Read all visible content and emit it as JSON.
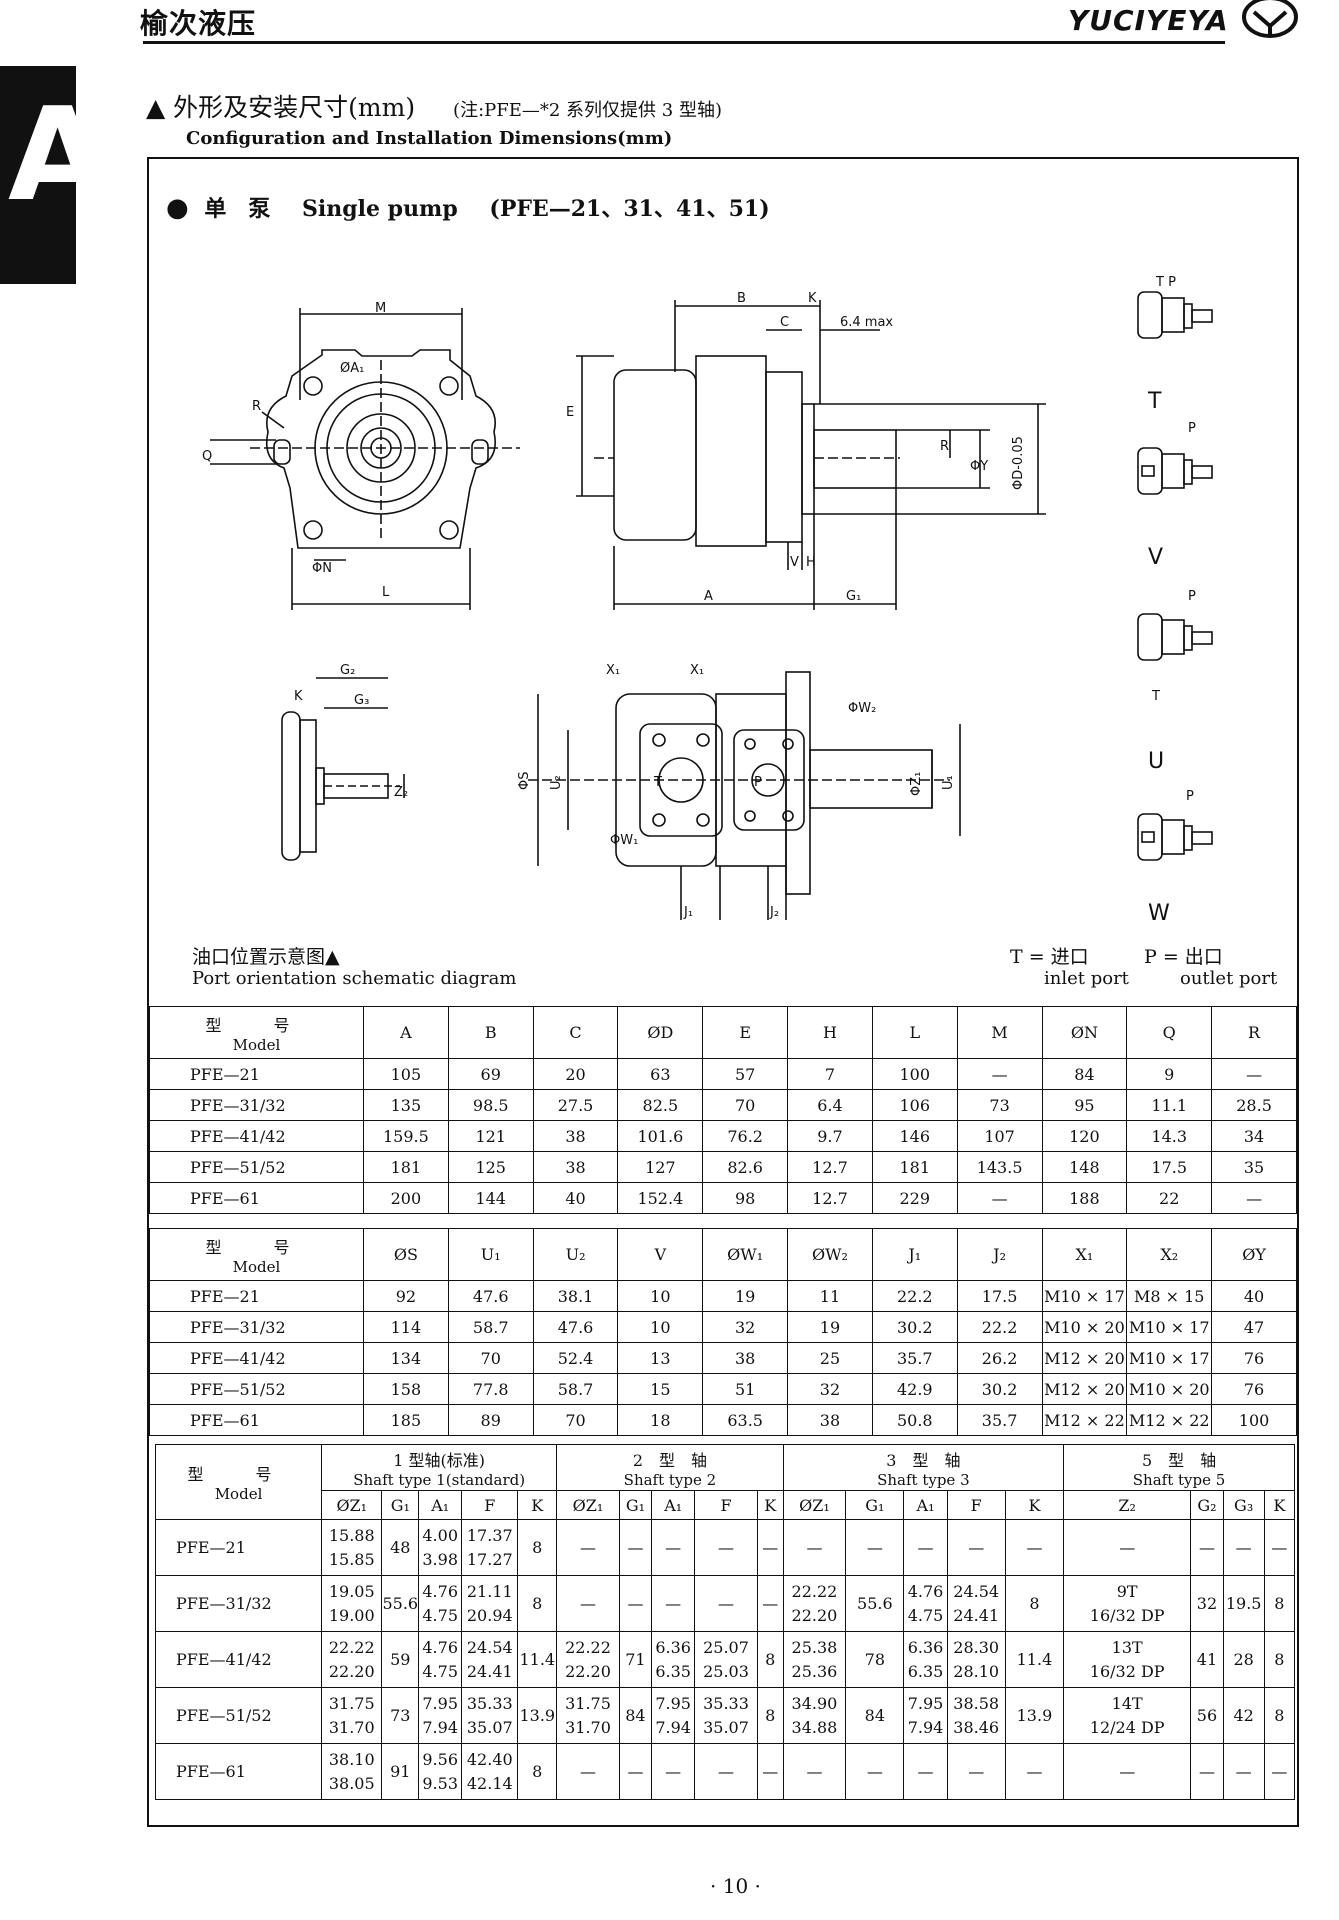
{
  "header": {
    "brand_cn": "榆次液压",
    "brand_en": "YUCIYEYA",
    "tab_letter": "A"
  },
  "section": {
    "title_cn": "▲ 外形及安装尺寸(mm)",
    "note": "(注:PFE—*2 系列仅提供 3 型轴)",
    "title_en": "Configuration and Installation Dimensions(mm)"
  },
  "pump_title": {
    "bullet": "●",
    "cn": "单　泵",
    "en": "Single pump",
    "models": "(PFE—21、31、41、51)"
  },
  "port_labels": [
    "T",
    "V",
    "U",
    "W"
  ],
  "port_diagram": {
    "cn": "油口位置示意图▲",
    "en": "Port orientation schematic diagram"
  },
  "legend": {
    "t": "T = 进口",
    "t_en": "inlet port",
    "p": "P = 出口",
    "p_en": "outlet port"
  },
  "drawing_labels": {
    "M": "M",
    "B": "B",
    "C": "C",
    "K": "K",
    "max": "6.4 max",
    "A1": "ØA₁",
    "R": "R",
    "Q": "Q",
    "N": "ΦN",
    "L": "L",
    "E": "E",
    "Rr": "R",
    "Y": "ΦY",
    "D": "ΦD-0.05",
    "V": "V",
    "H": "H",
    "A": "A",
    "G1": "G₁",
    "G2": "G₂",
    "G3": "G₃",
    "Kk": "K",
    "Z": "Z₂",
    "X1": "X₁",
    "X1b": "X₁",
    "W2": "ΦW₂",
    "S": "ΦS",
    "U2": "U₂",
    "T": "T",
    "P": "P",
    "Z1": "ΦZ₁",
    "U1": "U₁",
    "W1": "ΦW₁",
    "J1": "J₁",
    "J2": "J₂",
    "TP": "T P",
    "Pt": "P",
    "Tt": "T"
  },
  "table1": {
    "model_cn": "型　号",
    "model_en": "Model",
    "headers": [
      "A",
      "B",
      "C",
      "ØD",
      "E",
      "H",
      "L",
      "M",
      "ØN",
      "Q",
      "R"
    ],
    "rows": [
      {
        "model": "PFE—21",
        "cells": [
          "105",
          "69",
          "20",
          "63",
          "57",
          "7",
          "100",
          "—",
          "84",
          "9",
          "—"
        ]
      },
      {
        "model": "PFE—31/32",
        "cells": [
          "135",
          "98.5",
          "27.5",
          "82.5",
          "70",
          "6.4",
          "106",
          "73",
          "95",
          "11.1",
          "28.5"
        ]
      },
      {
        "model": "PFE—41/42",
        "cells": [
          "159.5",
          "121",
          "38",
          "101.6",
          "76.2",
          "9.7",
          "146",
          "107",
          "120",
          "14.3",
          "34"
        ]
      },
      {
        "model": "PFE—51/52",
        "cells": [
          "181",
          "125",
          "38",
          "127",
          "82.6",
          "12.7",
          "181",
          "143.5",
          "148",
          "17.5",
          "35"
        ]
      },
      {
        "model": "PFE—61",
        "cells": [
          "200",
          "144",
          "40",
          "152.4",
          "98",
          "12.7",
          "229",
          "—",
          "188",
          "22",
          "—"
        ]
      }
    ]
  },
  "table2": {
    "model_cn": "型　号",
    "model_en": "Model",
    "headers": [
      "ØS",
      "U₁",
      "U₂",
      "V",
      "ØW₁",
      "ØW₂",
      "J₁",
      "J₂",
      "X₁",
      "X₂",
      "ØY"
    ],
    "rows": [
      {
        "model": "PFE—21",
        "cells": [
          "92",
          "47.6",
          "38.1",
          "10",
          "19",
          "11",
          "22.2",
          "17.5",
          "M10 × 17",
          "M8 × 15",
          "40"
        ]
      },
      {
        "model": "PFE—31/32",
        "cells": [
          "114",
          "58.7",
          "47.6",
          "10",
          "32",
          "19",
          "30.2",
          "22.2",
          "M10 × 20",
          "M10 × 17",
          "47"
        ]
      },
      {
        "model": "PFE—41/42",
        "cells": [
          "134",
          "70",
          "52.4",
          "13",
          "38",
          "25",
          "35.7",
          "26.2",
          "M12 × 20",
          "M10 × 17",
          "76"
        ]
      },
      {
        "model": "PFE—51/52",
        "cells": [
          "158",
          "77.8",
          "58.7",
          "15",
          "51",
          "32",
          "42.9",
          "30.2",
          "M12 × 20",
          "M10 × 20",
          "76"
        ]
      },
      {
        "model": "PFE—61",
        "cells": [
          "185",
          "89",
          "70",
          "18",
          "63.5",
          "38",
          "50.8",
          "35.7",
          "M12 × 22",
          "M12 × 22",
          "100"
        ]
      }
    ]
  },
  "table3": {
    "model_cn": "型　号",
    "model_en": "Model",
    "groups": [
      {
        "cn": "1 型轴(标准)",
        "en": "Shaft type 1(standard)"
      },
      {
        "cn": "2　型　轴",
        "en": "Shaft type 2"
      },
      {
        "cn": "3　型　轴",
        "en": "Shaft type 3"
      },
      {
        "cn": "5　型　轴",
        "en": "Shaft type 5"
      }
    ],
    "subheaders": [
      "ØZ₁",
      "G₁",
      "A₁",
      "F",
      "K",
      "ØZ₁",
      "G₁",
      "A₁",
      "F",
      "K",
      "ØZ₁",
      "G₁",
      "A₁",
      "F",
      "K",
      "Z₂",
      "G₂",
      "G₃",
      "K"
    ],
    "rows": [
      {
        "model": "PFE—21",
        "cells": [
          "15.88\n15.85",
          "48",
          "4.00\n3.98",
          "17.37\n17.27",
          "8",
          "—",
          "—",
          "—",
          "—",
          "—",
          "—",
          "—",
          "—",
          "—",
          "—",
          "—",
          "—",
          "—",
          "—"
        ]
      },
      {
        "model": "PFE—31/32",
        "cells": [
          "19.05\n19.00",
          "55.6",
          "4.76\n4.75",
          "21.11\n20.94",
          "8",
          "—",
          "—",
          "—",
          "—",
          "—",
          "22.22\n22.20",
          "55.6",
          "4.76\n4.75",
          "24.54\n24.41",
          "8",
          "9T\n16/32 DP",
          "32",
          "19.5",
          "8"
        ]
      },
      {
        "model": "PFE—41/42",
        "cells": [
          "22.22\n22.20",
          "59",
          "4.76\n4.75",
          "24.54\n24.41",
          "11.4",
          "22.22\n22.20",
          "71",
          "6.36\n6.35",
          "25.07\n25.03",
          "8",
          "25.38\n25.36",
          "78",
          "6.36\n6.35",
          "28.30\n28.10",
          "11.4",
          "13T\n16/32 DP",
          "41",
          "28",
          "8"
        ]
      },
      {
        "model": "PFE—51/52",
        "cells": [
          "31.75\n31.70",
          "73",
          "7.95\n7.94",
          "35.33\n35.07",
          "13.9",
          "31.75\n31.70",
          "84",
          "7.95\n7.94",
          "35.33\n35.07",
          "8",
          "34.90\n34.88",
          "84",
          "7.95\n7.94",
          "38.58\n38.46",
          "13.9",
          "14T\n12/24 DP",
          "56",
          "42",
          "8"
        ]
      },
      {
        "model": "PFE—61",
        "cells": [
          "38.10\n38.05",
          "91",
          "9.56\n9.53",
          "42.40\n42.14",
          "8",
          "—",
          "—",
          "—",
          "—",
          "—",
          "—",
          "—",
          "—",
          "—",
          "—",
          "—",
          "—",
          "—",
          "—"
        ]
      }
    ]
  },
  "page_number": "· 10 ·"
}
